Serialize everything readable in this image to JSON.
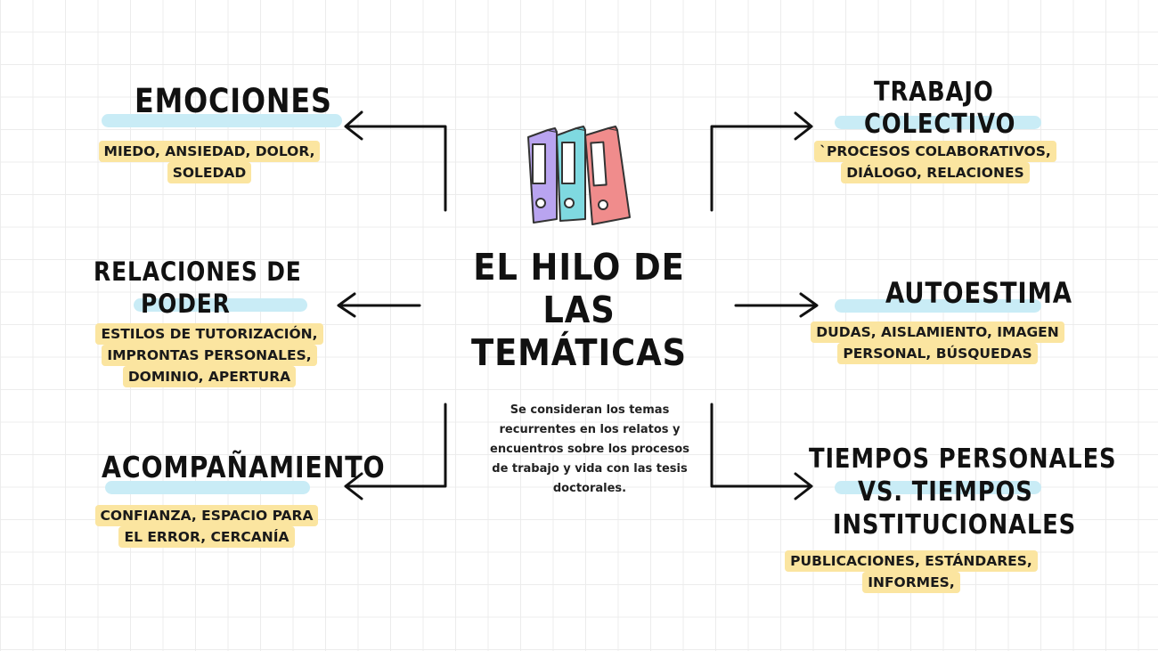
{
  "center": {
    "title_line1": "EL HILO DE LAS",
    "title_line2": "TEMÁTICAS",
    "description": "Se consideran  los temas recurrentes en los relatos y encuentros sobre los procesos de trabajo y vida con las tesis doctorales."
  },
  "topics": {
    "emociones": {
      "title": "EMOCIONES",
      "tags": [
        "MIEDO, ANSIEDAD, DOLOR,",
        "SOLEDAD"
      ]
    },
    "relaciones": {
      "title_line1": "RELACIONES DE",
      "title_line2": "PODER",
      "tags": [
        "ESTILOS DE TUTORIZACIÓN,",
        "IMPRONTAS PERSONALES,",
        "DOMINIO, APERTURA"
      ]
    },
    "acompanamiento": {
      "title": "ACOMPAÑAMIENTO",
      "tags": [
        "CONFIANZA, ESPACIO PARA",
        "EL ERROR, CERCANÍA"
      ]
    },
    "trabajo": {
      "title_line1": "TRABAJO",
      "title_line2": "COLECTIVO",
      "tags": [
        "`PROCESOS COLABORATIVOS,",
        "DIÁLOGO, RELACIONES"
      ]
    },
    "autoestima": {
      "title": "AUTOESTIMA",
      "tags": [
        "DUDAS, AISLAMIENTO, IMAGEN",
        "PERSONAL, BÚSQUEDAS"
      ]
    },
    "tiempos": {
      "title_line1": "TIEMPOS PERSONALES",
      "title_line2": "VS. TIEMPOS",
      "title_line3": "INSTITUCIONALES",
      "tags": [
        "PUBLICACIONES, ESTÁNDARES,",
        "INFORMES,"
      ]
    }
  },
  "colors": {
    "highlight_blue": "#c9ecf6",
    "highlight_yellow": "#fbe5a0",
    "binder_purple": "#b9a4f0",
    "binder_teal": "#7fd9e0",
    "binder_red": "#f08c8c"
  },
  "icons": {
    "center_icon": "binders-icon"
  }
}
